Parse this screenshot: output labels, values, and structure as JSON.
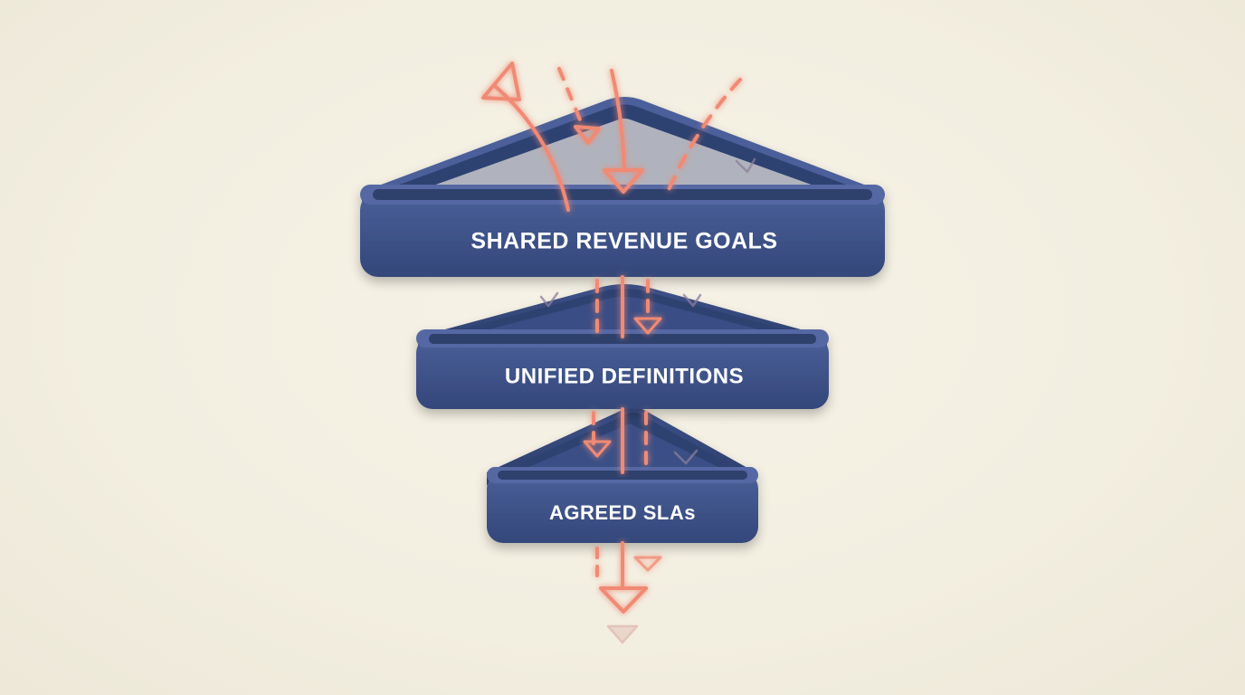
{
  "colors": {
    "background": "#f3efe2",
    "band_front": "#3d5286",
    "band_top": "#4e63a0",
    "band_inner": "#2f4272",
    "band_edge": "#283a66",
    "arrow": "#f08a74",
    "arrow_glow": "#f5b3a3",
    "faint_marker": "#8a7f98",
    "label_text": "#ffffff"
  },
  "diagram": {
    "tiers": [
      {
        "label": "SHARED REVENUE GOALS"
      },
      {
        "label": "UNIFIED DEFINITIONS"
      },
      {
        "label": "AGREED SLAs"
      }
    ]
  }
}
